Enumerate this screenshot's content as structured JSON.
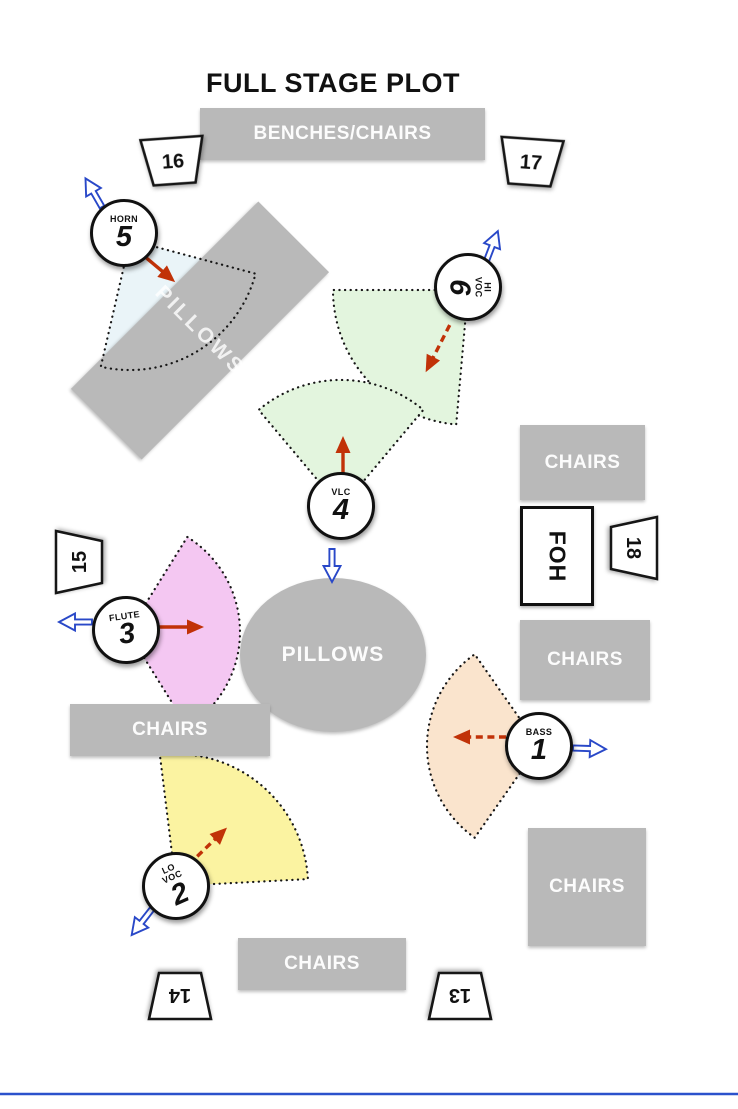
{
  "title": "FULL STAGE PLOT",
  "furniture": {
    "benches_label": "BENCHES/CHAIRS",
    "pillows_rect_label": "PILLOWS",
    "pillows_ellipse_label": "PILLOWS",
    "chairs_label": "CHAIRS",
    "foh_label": "FOH"
  },
  "performers": {
    "p1": {
      "label": "BASS",
      "number": "1"
    },
    "p2": {
      "label": "LO\nVOC",
      "number": "2"
    },
    "p3": {
      "label": "FLUTE",
      "number": "3"
    },
    "p4": {
      "label": "VLC",
      "number": "4"
    },
    "p5": {
      "label": "HORN",
      "number": "5"
    },
    "p6": {
      "label": "HI\nVOC",
      "number": "6"
    }
  },
  "monitor_wedges": {
    "w13": "13",
    "w14": "14",
    "w15": "15",
    "w16": "16",
    "w17": "17",
    "w18": "18"
  },
  "colors": {
    "furniture_gray": "#b9b9b9",
    "fan_horn": "#eaf4f8",
    "fan_hi_voc": "#e3f5de",
    "fan_vlc": "#e3f5de",
    "fan_flute": "#f4c7f2",
    "fan_bass": "#fae4cd",
    "fan_lo_voc": "#fbf3a1",
    "arrow_red": "#c13208",
    "arrow_blue": "#2948c8",
    "stage_edge_blue": "#2b52cc"
  }
}
